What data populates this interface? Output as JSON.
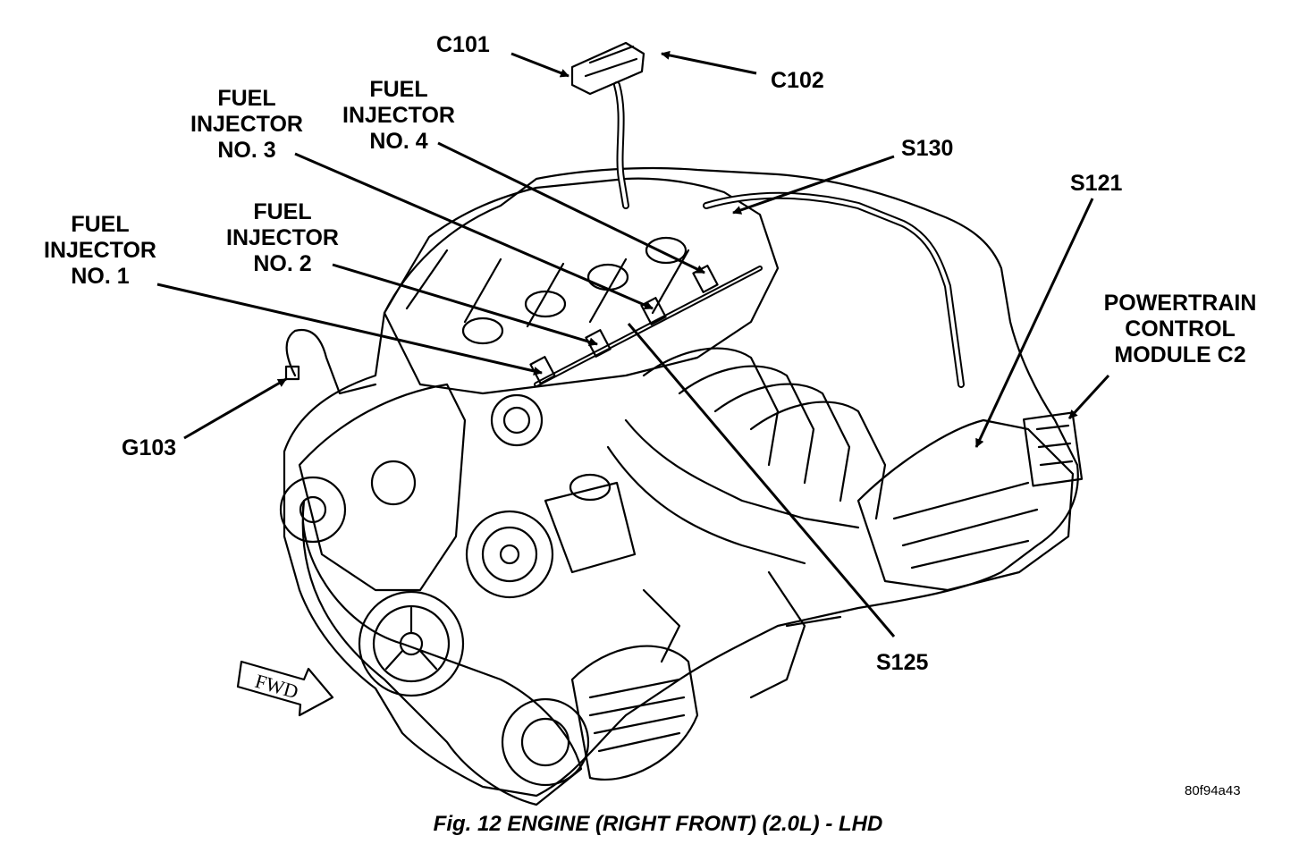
{
  "callouts": {
    "c101": "C101",
    "c102": "C102",
    "fuel_injector_4": [
      "FUEL",
      "INJECTOR",
      "NO. 4"
    ],
    "fuel_injector_3": [
      "FUEL",
      "INJECTOR",
      "NO. 3"
    ],
    "fuel_injector_2": [
      "FUEL",
      "INJECTOR",
      "NO. 2"
    ],
    "fuel_injector_1": [
      "FUEL",
      "INJECTOR",
      "NO. 1"
    ],
    "s130": "S130",
    "s121": "S121",
    "pcm": [
      "POWERTRAIN",
      "CONTROL",
      "MODULE C2"
    ],
    "g103": "G103",
    "s125": "S125"
  },
  "fwd_marker": "FWD",
  "reference_code": "80f94a43",
  "caption": "Fig. 12 ENGINE (RIGHT FRONT) (2.0L) - LHD",
  "colors": {
    "ink": "#000000",
    "background": "#ffffff"
  }
}
